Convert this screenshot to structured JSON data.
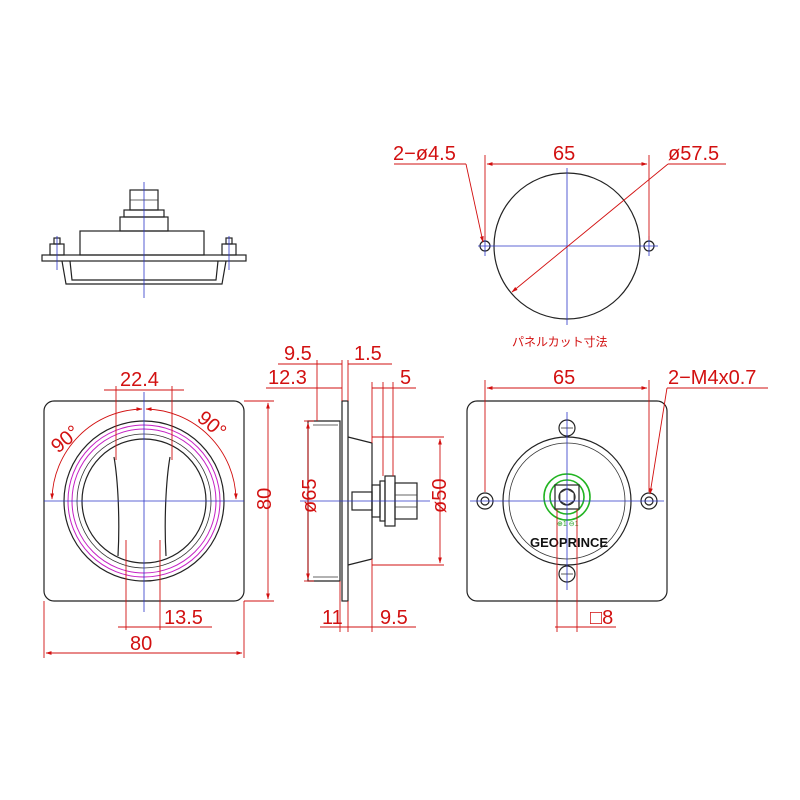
{
  "colors": {
    "dimension": "#d21010",
    "centerline": "#2a35c8",
    "outline": "#222222",
    "bezel": "#c420c4",
    "terminal": "#22b422"
  },
  "panel_cut": {
    "hole_label": "2−ø4.5",
    "pitch_label": "65",
    "diameter_label": "ø57.5",
    "caption": "パネルカット寸法"
  },
  "front_view": {
    "width_label": "22.4",
    "angle_left": "90°",
    "angle_right": "90°",
    "height_label": "80",
    "bottom_label": "13.5",
    "total_width_label": "80"
  },
  "side_view": {
    "dim_9_5_top": "9.5",
    "dim_1_5": "1.5",
    "dim_12_3": "12.3",
    "dim_5": "5",
    "dia_65": "ø65",
    "dia_50": "ø50",
    "dim_11": "11",
    "dim_9_5_bottom": "9.5"
  },
  "rear_view": {
    "pitch_label": "65",
    "screw_label": "2−M4x0.7",
    "brand": "GEOPRINCE",
    "terminal_size": "□8",
    "terminal_mark": "⊕1 ⊖1"
  }
}
